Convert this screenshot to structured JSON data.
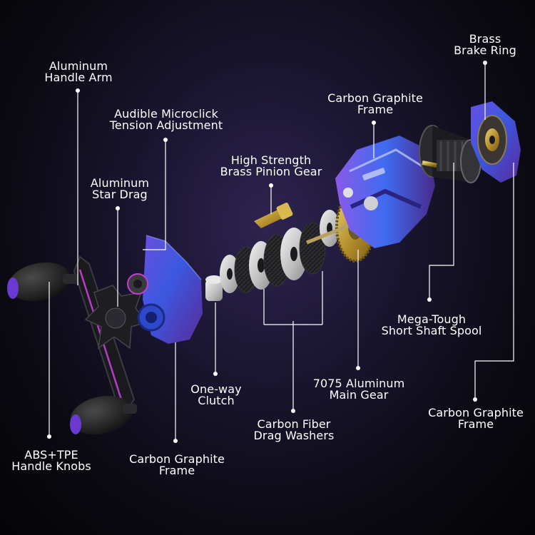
{
  "labels": [
    {
      "id": "handle-arm",
      "lines": [
        "Aluminum",
        "Handle Arm"
      ]
    },
    {
      "id": "microclick",
      "lines": [
        "Audible Microclick",
        "Tension Adjustment"
      ]
    },
    {
      "id": "star-drag",
      "lines": [
        "Aluminum",
        "Star Drag"
      ]
    },
    {
      "id": "pinion-gear",
      "lines": [
        "High Strength",
        "Brass Pinion Gear"
      ]
    },
    {
      "id": "frame-top",
      "lines": [
        "Carbon Graphite",
        "Frame"
      ]
    },
    {
      "id": "brake-ring",
      "lines": [
        "Brass",
        "Brake Ring"
      ]
    },
    {
      "id": "spool",
      "lines": [
        "Mega-Tough",
        "Short Shaft Spool"
      ]
    },
    {
      "id": "main-gear",
      "lines": [
        "7075 Aluminum",
        "Main Gear"
      ]
    },
    {
      "id": "frame-right",
      "lines": [
        "Carbon Graphite",
        "Frame"
      ]
    },
    {
      "id": "clutch",
      "lines": [
        "One-way",
        "Clutch"
      ]
    },
    {
      "id": "drag-washers",
      "lines": [
        "Carbon Fiber",
        "Drag Washers"
      ]
    },
    {
      "id": "frame-bottom",
      "lines": [
        "Carbon Graphite",
        "Frame"
      ]
    },
    {
      "id": "handle-knobs",
      "lines": [
        "ABS+TPE",
        "Handle Knobs"
      ]
    }
  ],
  "colors": {
    "background": "#0b0a12",
    "reel_blue": "#3a4fd6",
    "reel_purple": "#7a3fd0",
    "accent_pink": "#c03ad0",
    "brass": "#c9a640",
    "silver": "#d0d0d0",
    "leader_line": "#ffffff"
  }
}
